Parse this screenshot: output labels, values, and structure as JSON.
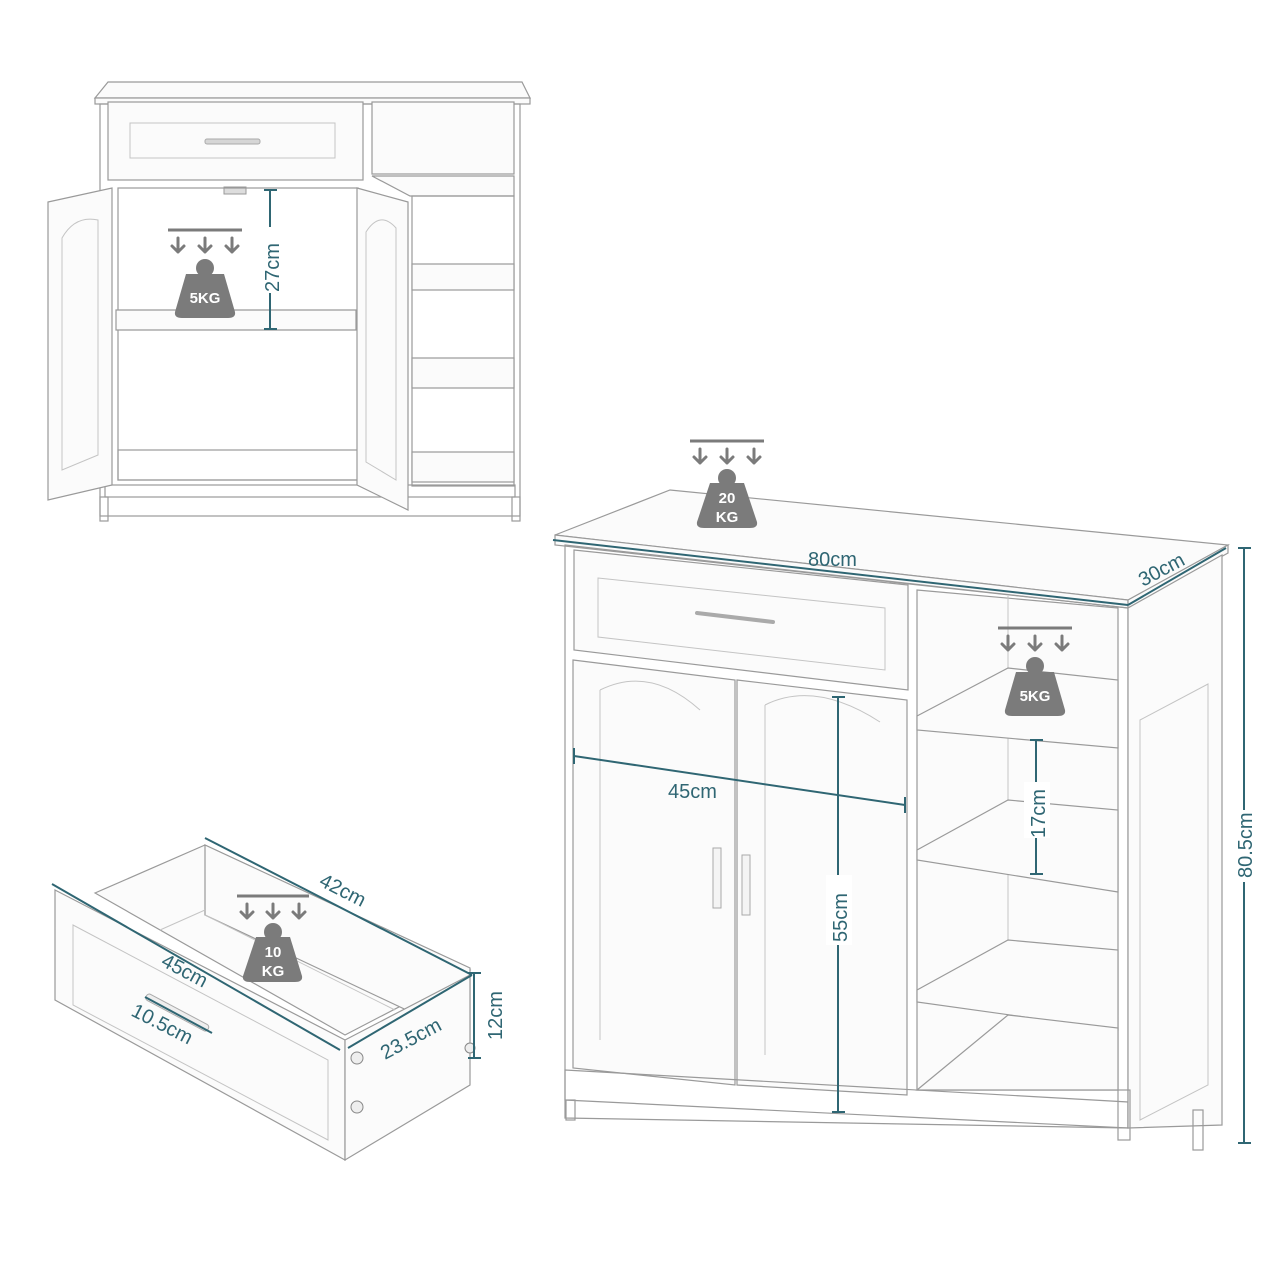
{
  "diagram": {
    "type": "product-dimensions",
    "subject": "sideboard cabinet with drawer, two doors and open shelves",
    "colors": {
      "dimension_line": "#2f6673",
      "weight_icon": "#7b7b7b",
      "outline": "#9a9a9a",
      "background": "#ffffff"
    },
    "views": {
      "open_view": {
        "shelf_height": "27cm",
        "shelf_load": "5KG"
      },
      "main_view": {
        "top_load_value": "20",
        "top_load_unit": "KG",
        "width": "80cm",
        "depth": "30cm",
        "height": "80.5cm",
        "door_width": "45cm",
        "door_height": "55cm",
        "shelf_gap": "17cm",
        "shelf_load": "5KG"
      },
      "drawer_view": {
        "drawer_load_value": "10",
        "drawer_load_unit": "KG",
        "length": "42cm",
        "front_width": "45cm",
        "handle_width": "10.5cm",
        "depth": "23.5cm",
        "height": "12cm"
      }
    }
  }
}
